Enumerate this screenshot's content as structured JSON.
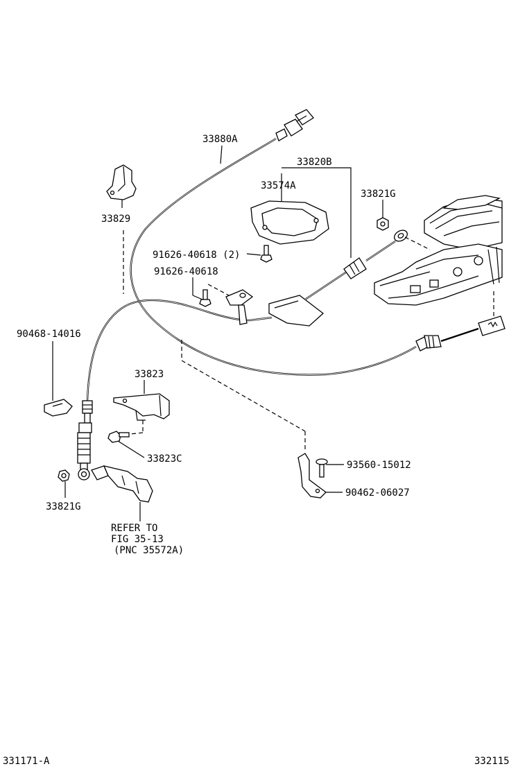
{
  "labels": {
    "p33880A": "33880A",
    "p33820B": "33820B",
    "p33574A": "33574A",
    "p33821G_top": "33821G",
    "p33829": "33829",
    "p91626_2": "91626-40618 (2)",
    "p91626": "91626-40618",
    "p90468": "90468-14016",
    "p33823": "33823",
    "p33823C": "33823C",
    "p33821G_bottom": "33821G",
    "p93560": "93560-15012",
    "p90462": "90462-06027"
  },
  "refer": {
    "line1": "REFER TO",
    "line2": "FIG 35-13",
    "line3": "(PNC 35572A)"
  },
  "footer": {
    "left_code": "331171-A",
    "right_code": "332115"
  }
}
